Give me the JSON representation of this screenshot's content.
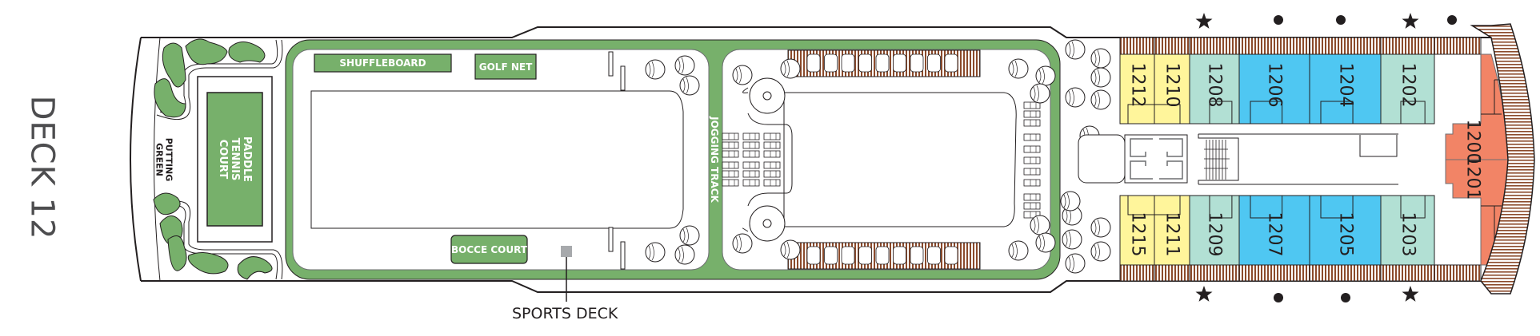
{
  "deck": {
    "title": "DECK 12"
  },
  "venues": {
    "putting_green": "PUTTING GREEN",
    "paddle_tennis": "PADDLE TENNIS COURT",
    "shuffleboard": "SHUFFLEBOARD",
    "golf_net": "GOLF NET",
    "bocce_court": "BOCCE COURT",
    "jogging_track": "JOGGING TRACK",
    "sports_deck": "SPORTS DECK"
  },
  "cabins": {
    "top": [
      {
        "number": "1212",
        "category": "yellow"
      },
      {
        "number": "1210",
        "category": "yellow"
      },
      {
        "number": "1208",
        "category": "mint"
      },
      {
        "number": "1206",
        "category": "blue"
      },
      {
        "number": "1204",
        "category": "blue"
      },
      {
        "number": "1202",
        "category": "mint"
      }
    ],
    "bottom": [
      {
        "number": "1215",
        "category": "yellow"
      },
      {
        "number": "1211",
        "category": "yellow"
      },
      {
        "number": "1209",
        "category": "mint"
      },
      {
        "number": "1207",
        "category": "blue"
      },
      {
        "number": "1205",
        "category": "blue"
      },
      {
        "number": "1203",
        "category": "mint"
      }
    ],
    "forward": [
      {
        "number": "1200",
        "category": "orange"
      },
      {
        "number": "1201",
        "category": "orange"
      }
    ]
  },
  "markers": {
    "top": [
      "star",
      "dot",
      "dot",
      "star",
      "dot"
    ],
    "bottom": [
      "star",
      "dot",
      "dot",
      "star"
    ]
  },
  "colors": {
    "green": "#77b06b",
    "yellow": "#fff59b",
    "mint": "#b2e0d4",
    "blue": "#4fc7f2",
    "orange": "#f28466",
    "wood": "#8b4a2b",
    "line": "#231f20",
    "marker_gray": "#a7a9ac"
  }
}
